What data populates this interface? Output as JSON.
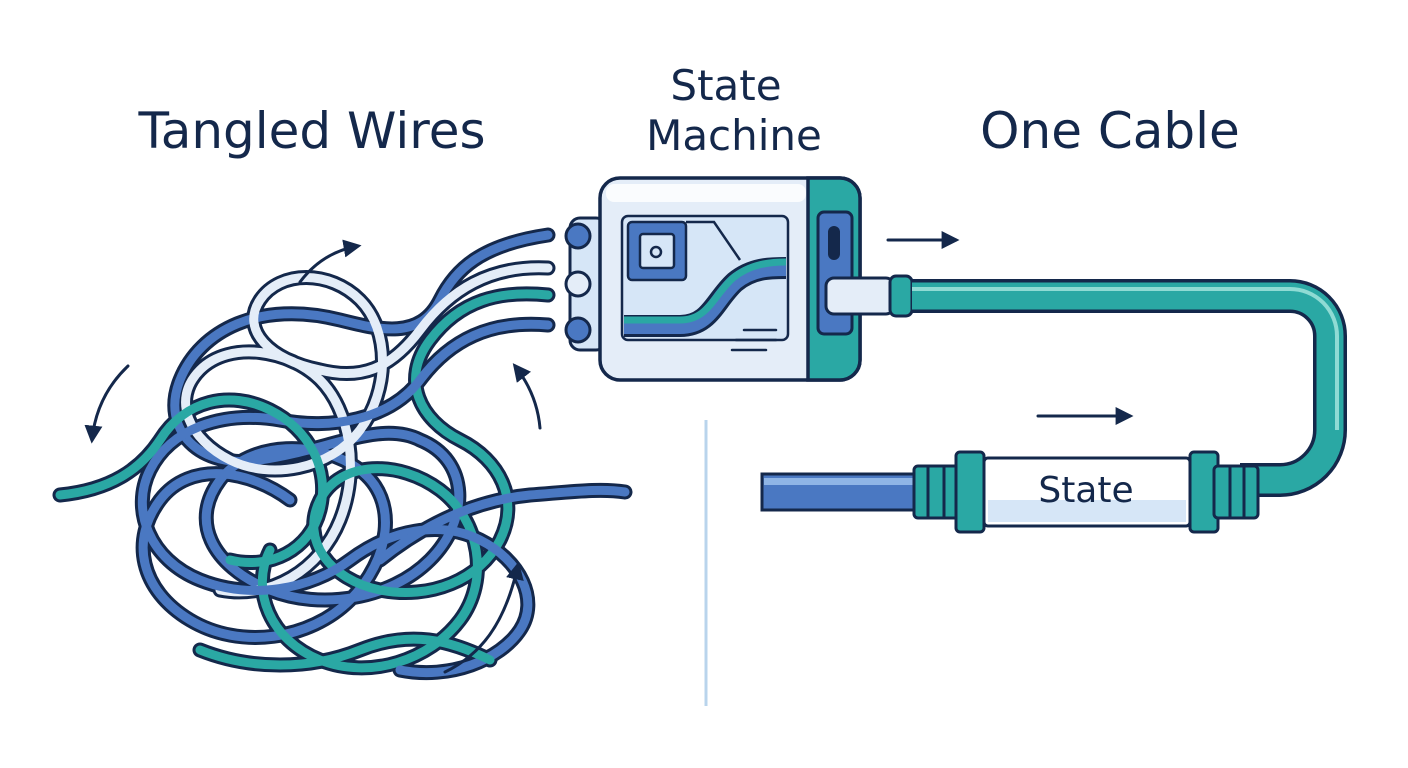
{
  "labels": {
    "left_title": "Tangled Wires",
    "center_title_line1": "State",
    "center_title_line2": "Machine",
    "right_title": "One Cable",
    "connector_label": "State"
  },
  "colors": {
    "ink": "#14284b",
    "blue": "#4a78c2",
    "teal": "#2aa8a4",
    "pale": "#e4edf8",
    "pale_blue": "#d6e6f7",
    "divider": "#b9d4ec"
  },
  "icons": {
    "left_arrows": "curved-arrow-icon",
    "flow_arrows": "right-arrow-icon"
  }
}
